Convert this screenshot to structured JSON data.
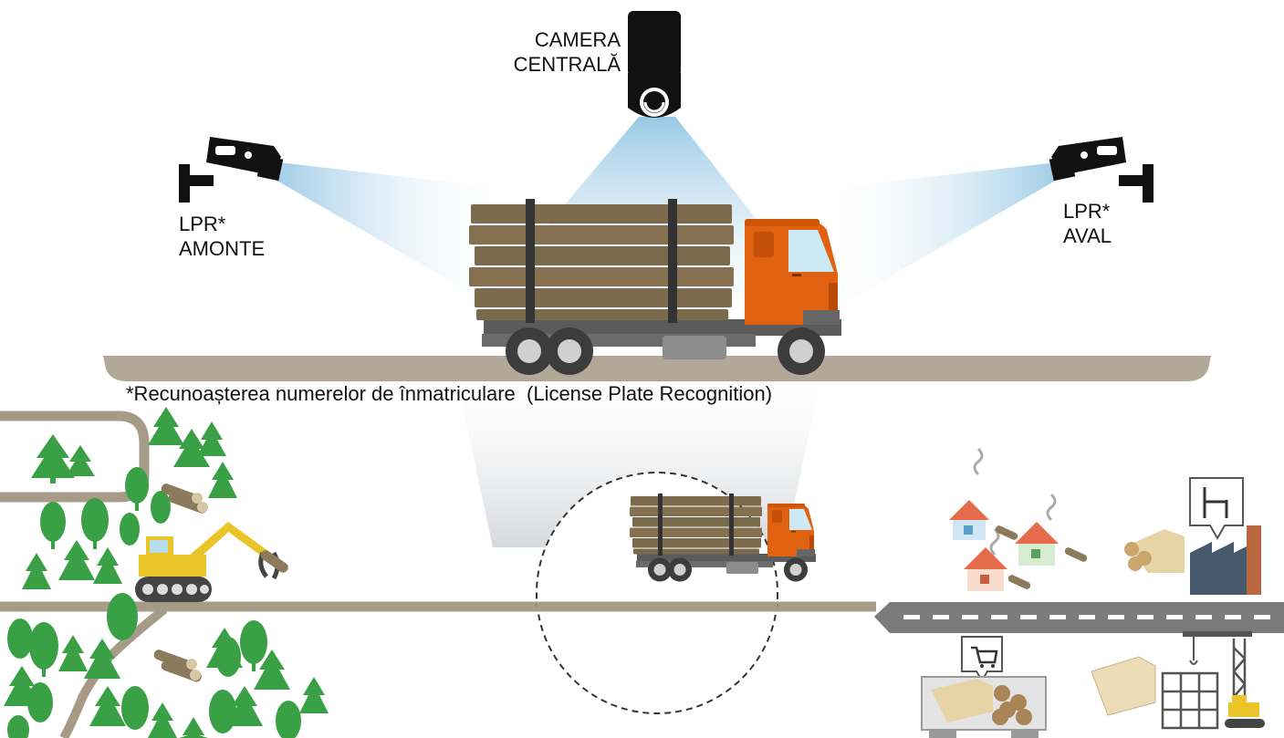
{
  "labels": {
    "camera_central": [
      "CAMERA",
      "CENTRALĂ"
    ],
    "lpr_upstream": [
      "LPR*",
      "AMONTE"
    ],
    "lpr_downstream": [
      "LPR*",
      "AVAL"
    ],
    "footnote": "*Recunoașterea numerelor de înmatriculare  (License Plate Recognition)"
  },
  "icons": {
    "central_camera": "dome-camera-icon",
    "side_cameras": "cctv-camera-icon",
    "truck": "logging-truck-icon",
    "excavator": "excavator-icon",
    "houses": "house-icon",
    "factory": "factory-icon",
    "shop": "shopping-cart-icon",
    "chair": "chair-icon",
    "crane": "construction-crane-icon"
  },
  "colors": {
    "cab": "#e0610f",
    "logs": "#7e6b4e",
    "road": "#b3a898",
    "highway": "#7b7b7b",
    "tree": "#3aa046",
    "excavator": "#e9c529",
    "beam": "#9ccae4"
  }
}
